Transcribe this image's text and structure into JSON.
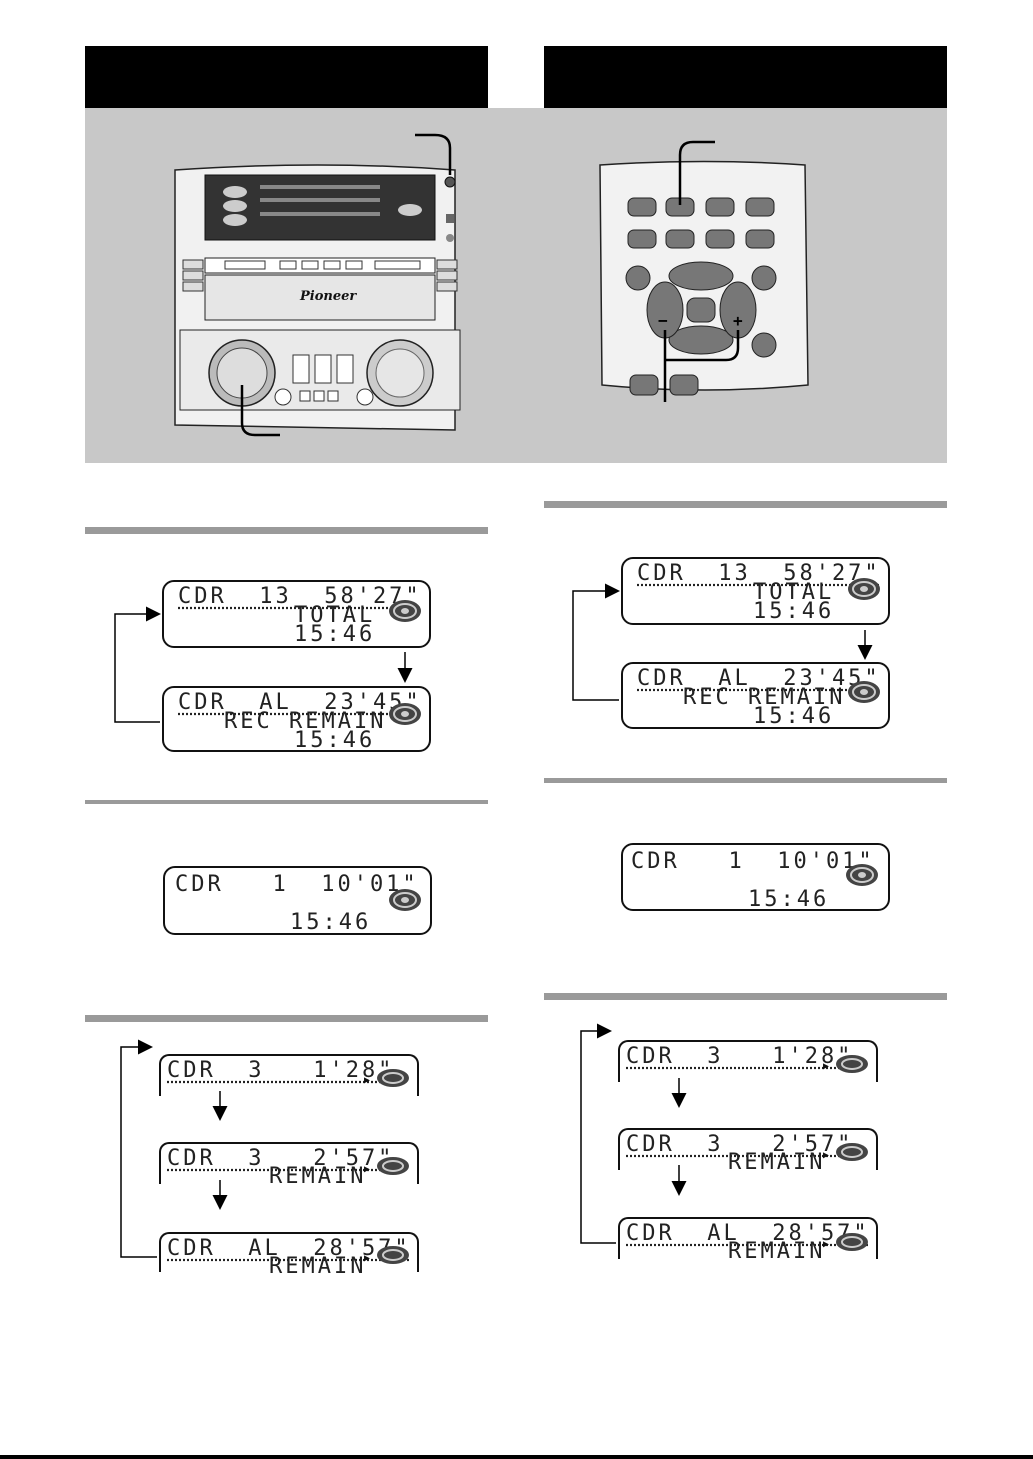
{
  "device": {
    "brand": "Pioneer"
  },
  "left": {
    "section1": {
      "screen_a": {
        "line1": "CDR  13  58'27\"",
        "line2": "TOTAL",
        "line3": "15:46"
      },
      "screen_b": {
        "line1": "CDR  AL  23'45\"",
        "line2": "REC REMAIN",
        "line3": "15:46"
      }
    },
    "section2": {
      "screen": {
        "line1": "CDR   1  10'01\"",
        "line3": "15:46"
      }
    },
    "section3": {
      "screen_a": {
        "line1": "CDR  3   1'28\"",
        "line2": ""
      },
      "screen_b": {
        "line1": "CDR  3   2'57\"",
        "line2": "REMAIN"
      },
      "screen_c": {
        "line1": "CDR  AL  28'57\"",
        "line2": "REMAIN"
      }
    }
  },
  "right": {
    "section1": {
      "screen_a": {
        "line1": "CDR  13  58'27\"",
        "line2": "TOTAL",
        "line3": "15:46"
      },
      "screen_b": {
        "line1": "CDR  AL  23'45\"",
        "line2": "REC REMAIN",
        "line3": "15:46"
      }
    },
    "section2": {
      "screen": {
        "line1": "CDR   1  10'01\"",
        "line3": "15:46"
      }
    },
    "section3": {
      "screen_a": {
        "line1": "CDR  3   1'28\"",
        "line2": ""
      },
      "screen_b": {
        "line1": "CDR  3   2'57\"",
        "line2": "REMAIN"
      },
      "screen_c": {
        "line1": "CDR  AL  28'57\"",
        "line2": "REMAIN"
      }
    }
  },
  "remote": {
    "minus_label": "−",
    "plus_label": "+"
  },
  "icons": [
    "disc-icon",
    "play-indicator-icon"
  ]
}
